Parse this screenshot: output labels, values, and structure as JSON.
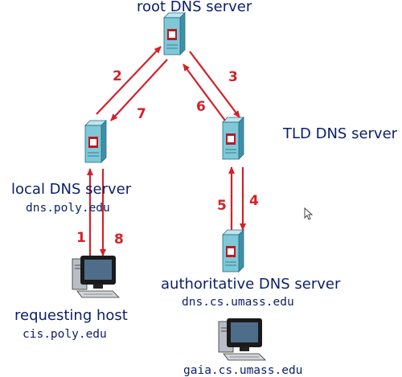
{
  "colors": {
    "arrow": "#d3212a",
    "text": "#0b1f6b",
    "server_front": "#7ec8d8",
    "server_side": "#3e90a8",
    "server_top": "#bde6ee",
    "server_panel": "#c0181f",
    "monitor": "#1a1a1a",
    "screen": "#4e6d8a"
  },
  "servers": {
    "root": {
      "name": "root DNS server",
      "icon": "server-tower-icon"
    },
    "tld": {
      "name": "TLD DNS server",
      "icon": "server-tower-icon"
    },
    "local": {
      "name": "local DNS server",
      "host": "dns.poly.edu",
      "icon": "server-tower-icon"
    },
    "authoritative": {
      "name": "authoritative DNS server",
      "host": "dns.cs.umass.edu",
      "icon": "server-tower-icon"
    }
  },
  "hosts": {
    "requesting": {
      "name": "requesting host",
      "host": "cis.poly.edu",
      "icon": "workstation-icon"
    },
    "target": {
      "host": "gaia.cs.umass.edu",
      "icon": "workstation-icon"
    }
  },
  "steps": [
    "1",
    "2",
    "3",
    "4",
    "5",
    "6",
    "7",
    "8"
  ]
}
